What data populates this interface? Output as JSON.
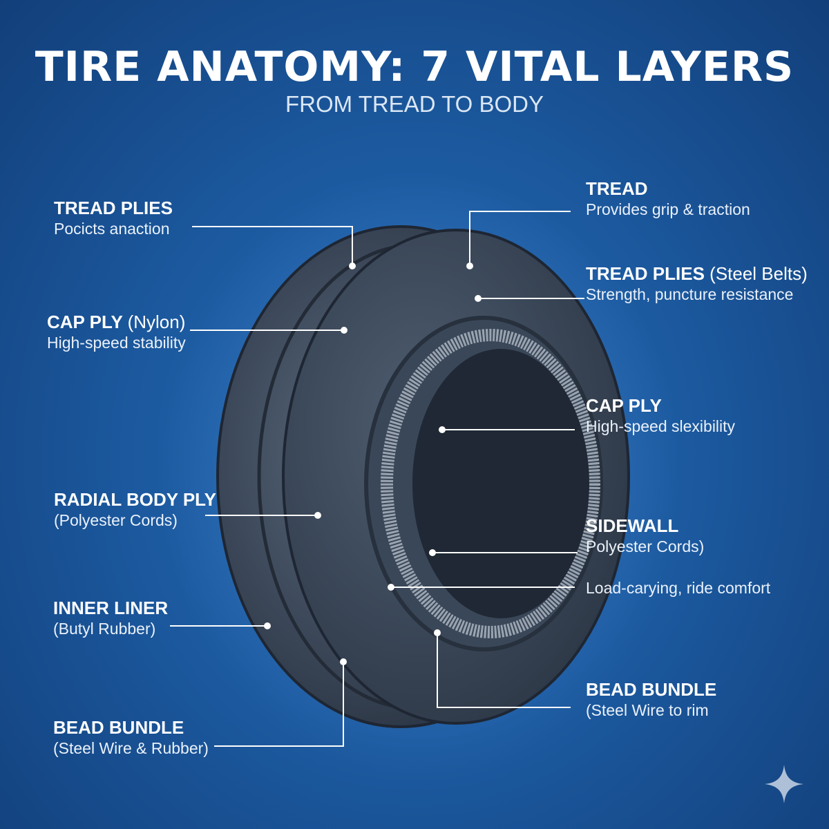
{
  "title": "TIRE ANATOMY: 7 VITAL LAYERS",
  "subtitle": "FROM TREAD TO BODY",
  "labels": {
    "tread_plies_left": {
      "heading": "TREAD PLIES",
      "desc": "Pocicts anaction"
    },
    "cap_ply_left": {
      "heading": "CAP PLY",
      "note": "(Nylon)",
      "desc": "High-speed stability"
    },
    "radial_body_ply": {
      "heading": "RADIAL BODY PLY",
      "desc": "(Polyester Cords)"
    },
    "inner_liner": {
      "heading": "INNER LINER",
      "desc": "(Butyl Rubber)"
    },
    "bead_bundle_left": {
      "heading": "BEAD BUNDLE",
      "desc": "(Steel Wire & Rubber)"
    },
    "tread": {
      "heading": "TREAD",
      "desc": "Provides grip & traction"
    },
    "tread_plies_right": {
      "heading": "TREAD PLIES",
      "note": "(Steel Belts)",
      "desc": "Strength, puncture resistance"
    },
    "cap_ply_right": {
      "heading": "CAP PLY",
      "desc": "High-speed slexibility"
    },
    "sidewall": {
      "heading": "SIDEWALL",
      "desc": "Polyester Cords)"
    },
    "load": {
      "desc": "Load-carying, ride comfort"
    },
    "bead_bundle_right": {
      "heading": "BEAD BUNDLE",
      "desc": "(Steel Wire to rim"
    }
  },
  "colors": {
    "background": "#1c5aa0",
    "tire": "#3a4656",
    "leader": "#ffffff"
  },
  "icons": [
    "sparkle-icon"
  ]
}
